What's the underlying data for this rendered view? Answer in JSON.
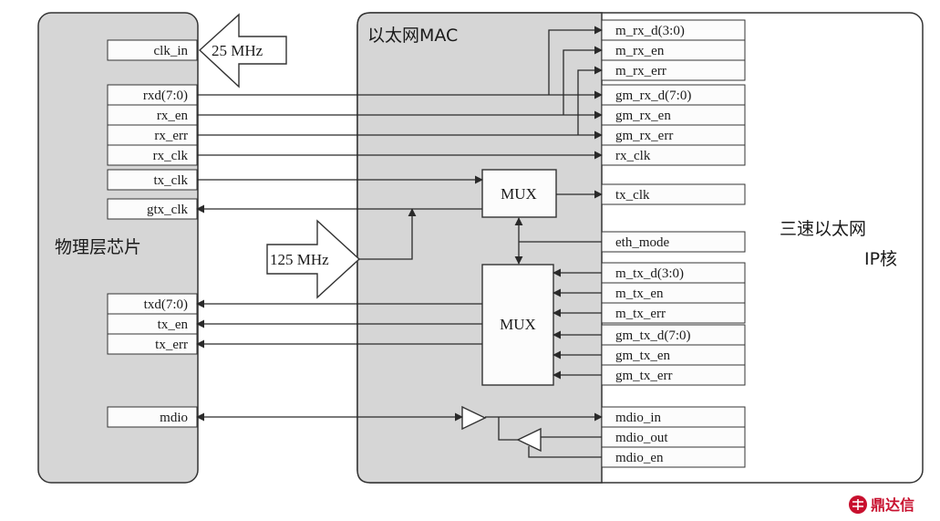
{
  "phy": {
    "title": "物理层芯片",
    "pins": {
      "clk_in": "clk_in",
      "rxd": "rxd(7:0)",
      "rx_en": "rx_en",
      "rx_err": "rx_err",
      "rx_clk": "rx_clk",
      "tx_clk": "tx_clk",
      "gtx_clk": "gtx_clk",
      "txd": "txd(7:0)",
      "tx_en": "tx_en",
      "tx_err": "tx_err",
      "mdio": "mdio"
    }
  },
  "clocks": {
    "clk25": "25 MHz",
    "clk125": "125 MHz"
  },
  "mac": {
    "title": "以太网MAC",
    "mux_label": "MUX"
  },
  "ip": {
    "title_line1": "三速以太网",
    "title_line2": "IP核",
    "pins": {
      "m_rx_d": "m_rx_d(3:0)",
      "m_rx_en": "m_rx_en",
      "m_rx_err": "m_rx_err",
      "gm_rx_d": "gm_rx_d(7:0)",
      "gm_rx_en": "gm_rx_en",
      "gm_rx_err": "gm_rx_err",
      "rx_clk": "rx_clk",
      "tx_clk": "tx_clk",
      "eth_mode": "eth_mode",
      "m_tx_d": "m_tx_d(3:0)",
      "m_tx_en": "m_tx_en",
      "m_tx_err": "m_tx_err",
      "gm_tx_d": "gm_tx_d(7:0)",
      "gm_tx_en": "gm_tx_en",
      "gm_tx_err": "gm_tx_err",
      "mdio_in": "mdio_in",
      "mdio_out": "mdio_out",
      "mdio_en": "mdio_en"
    }
  },
  "watermark": "鼎达信",
  "colors": {
    "block_fill": "#d6d6d6",
    "pin_fill": "#fcfcfc",
    "line": "#2a2a2a",
    "watermark": "#c8102e"
  }
}
